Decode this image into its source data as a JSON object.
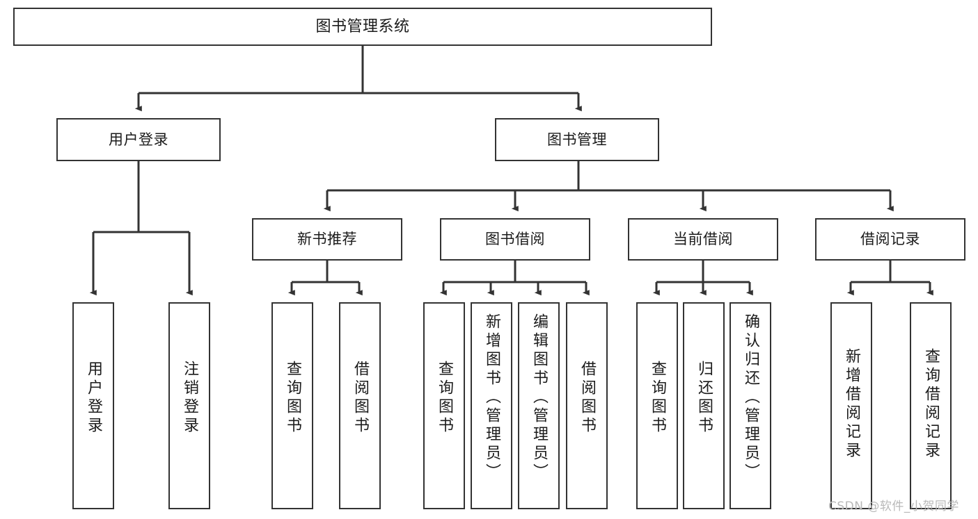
{
  "diagram": {
    "type": "tree",
    "title": "图书管理系统",
    "orientation": "top-down",
    "theme": {
      "background": "#ffffff",
      "node_fill": "#ffffff",
      "node_border": "#333333",
      "edge_color": "#333333",
      "text_color": "#1b1b1b",
      "watermark_color": "#b9b9b9"
    }
  },
  "root": {
    "label": "图书管理系统"
  },
  "level2": [
    {
      "label": "用户登录"
    },
    {
      "label": "图书管理"
    }
  ],
  "level3": [
    {
      "label": "新书推荐"
    },
    {
      "label": "图书借阅"
    },
    {
      "label": "当前借阅"
    },
    {
      "label": "借阅记录"
    }
  ],
  "leaves": {
    "user_login": [
      {
        "label": "用户登录"
      },
      {
        "label": "注销登录"
      }
    ],
    "new_book_recommend": [
      {
        "label": "查询图书"
      },
      {
        "label": "借阅图书"
      }
    ],
    "book_borrow": [
      {
        "label": "查询图书"
      },
      {
        "label": "新增图书（管理员）"
      },
      {
        "label": "编辑图书（管理员）"
      },
      {
        "label": "借阅图书"
      }
    ],
    "current_borrow": [
      {
        "label": "查询图书"
      },
      {
        "label": "归还图书"
      },
      {
        "label": "确认归还（管理员）"
      }
    ],
    "borrow_record": [
      {
        "label": "新增借阅记录"
      },
      {
        "label": "查询借阅记录"
      }
    ]
  },
  "watermark": {
    "text": "CSDN @软件_小贺同学"
  }
}
